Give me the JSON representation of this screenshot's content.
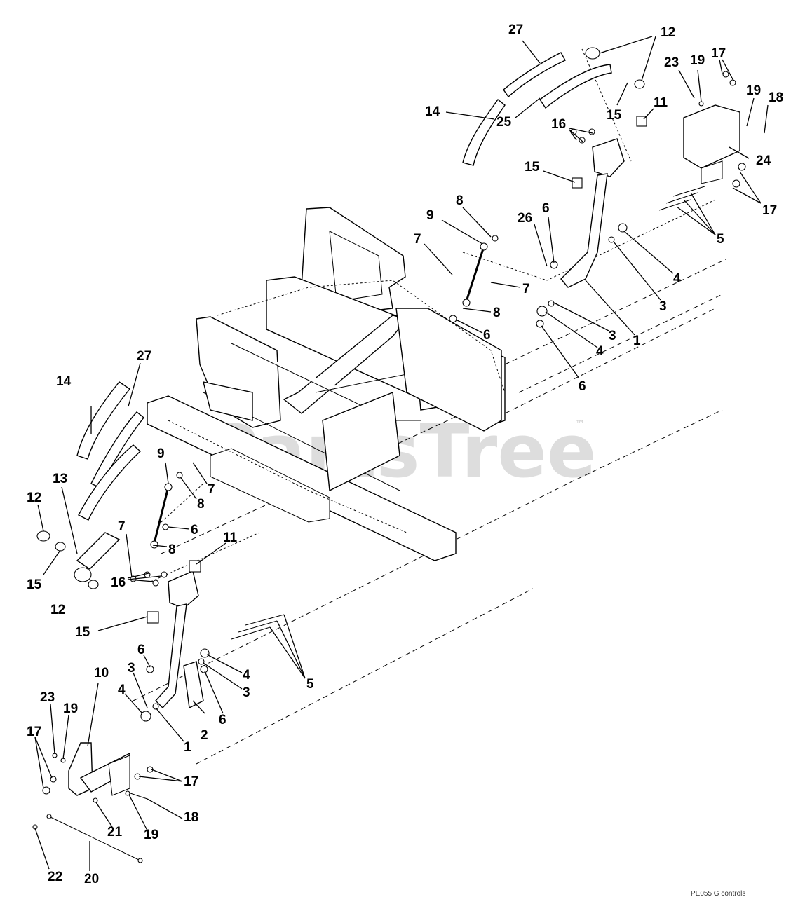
{
  "watermark": {
    "text": "PartsTree",
    "trademark": "™"
  },
  "footer": {
    "text": "PE055 G controls"
  },
  "labels": {
    "top": {
      "l27": "27",
      "l12": "12",
      "l23": "23",
      "l19": "19",
      "l17": "17",
      "l18": "18",
      "l14": "14",
      "l25": "25",
      "l15": "15",
      "l11": "11",
      "l16": "16",
      "l24": "24",
      "l15b": "15",
      "l17b": "17",
      "l8": "8",
      "l9": "9",
      "l6": "6",
      "l26": "26",
      "l7": "7",
      "l5": "5",
      "l4": "4",
      "l3": "3",
      "l7b": "7",
      "l8b": "8",
      "l6b": "6",
      "l1": "1",
      "l3b": "3",
      "l4b": "4",
      "l6c": "6",
      "l19b": "19"
    },
    "bottom": {
      "l14": "14",
      "l27": "27",
      "l9": "9",
      "l7": "7",
      "l8": "8",
      "l13": "13",
      "l12": "12",
      "l6": "6",
      "l7b": "7",
      "l8b": "8",
      "l11": "11",
      "l15": "15",
      "l12b": "12",
      "l16": "16",
      "l15b": "15",
      "l6b": "6",
      "l3": "3",
      "l10": "10",
      "l4": "4",
      "l4b": "4",
      "l3b": "3",
      "l5": "5",
      "l23": "23",
      "l19": "19",
      "l17": "17",
      "l6c": "6",
      "l2": "2",
      "l1": "1",
      "l17b": "17",
      "l18": "18",
      "l21": "21",
      "l19b": "19",
      "l22": "22",
      "l20": "20"
    }
  }
}
